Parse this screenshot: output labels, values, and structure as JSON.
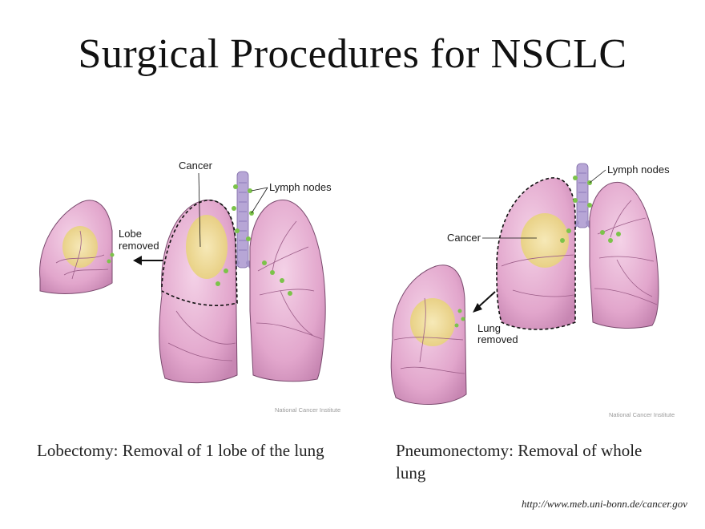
{
  "title": "Surgical Procedures for NSCLC",
  "lobectomy": {
    "labels": {
      "cancer": "Cancer",
      "lymph_nodes": "Lymph nodes",
      "lobe_removed_line1": "Lobe",
      "lobe_removed_line2": "removed",
      "credit": "National Cancer Institute"
    },
    "caption": "Lobectomy: Removal of 1 lobe of the lung"
  },
  "pneumonectomy": {
    "labels": {
      "cancer": "Cancer",
      "lymph_nodes": "Lymph nodes",
      "lung_removed_line1": "Lung",
      "lung_removed_line2": "removed",
      "credit": "National Cancer Institute"
    },
    "caption": "Pneumonectomy: Removal of whole lung"
  },
  "source": "http://www.meb.uni-bonn.de/cancer.gov",
  "colors": {
    "lung_fill": "#e9b5d6",
    "lung_stroke": "#7a4a6e",
    "tumor": "#f1e2a0",
    "node": "#7cc34a",
    "trachea": "#b7a6d6"
  }
}
